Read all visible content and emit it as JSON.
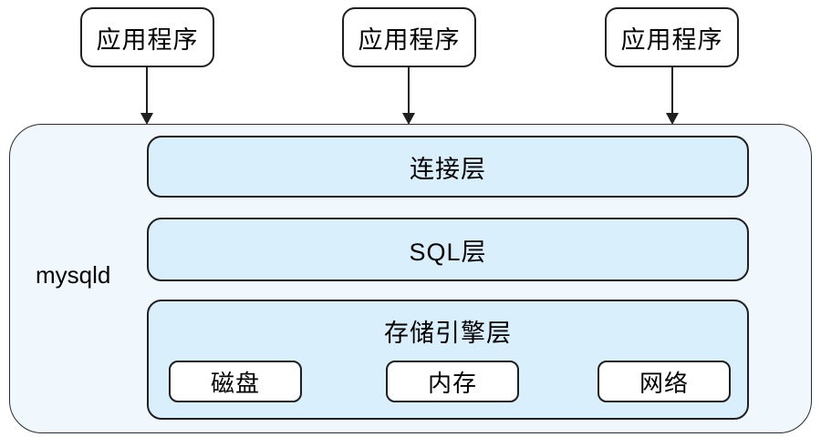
{
  "diagram": {
    "applications": [
      {
        "label": "应用程序"
      },
      {
        "label": "应用程序"
      },
      {
        "label": "应用程序"
      }
    ],
    "container": {
      "label": "mysqld"
    },
    "layers": {
      "connection": {
        "label": "连接层"
      },
      "sql": {
        "label": "SQL层"
      },
      "storage": {
        "label": "存储引擎层"
      }
    },
    "storage_components": [
      {
        "label": "磁盘"
      },
      {
        "label": "内存"
      },
      {
        "label": "网络"
      }
    ],
    "colors": {
      "container_fill": "#f0f8fd",
      "layer_fill": "#d9effb",
      "box_fill": "#ffffff",
      "border": "#1f1f1f"
    }
  }
}
